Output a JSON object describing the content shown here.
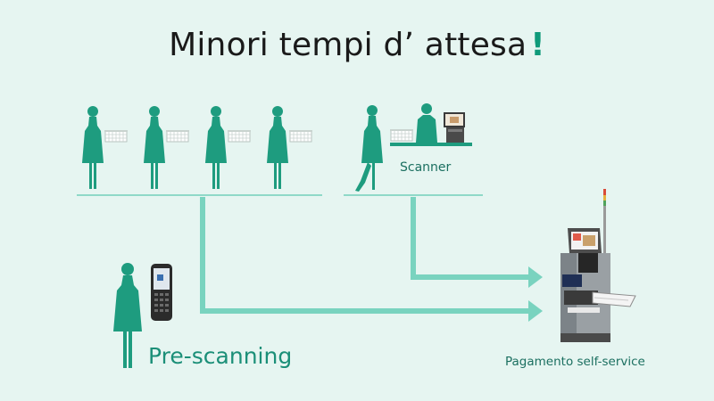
{
  "title": {
    "text": "Minori tempi d’ attesa",
    "exclamation": "!"
  },
  "labels": {
    "scanner": "Scanner",
    "pre_scanning": "Pre-scanning",
    "self_service": "Pagamento self-service"
  },
  "icons": {
    "person": "person-silhouette-icon",
    "basket": "shopping-basket-icon",
    "cashier": "cashier-icon",
    "scanner": "checkout-scanner-icon",
    "handheld": "handheld-scanner-icon",
    "kiosk": "self-service-kiosk-icon"
  },
  "colors": {
    "background": "#e6f5f1",
    "accent": "#0f9a7a",
    "person": "#1e9c7f",
    "arrow": "#79d3bf",
    "line": "#8fd9c8",
    "title": "#1a1a1a"
  }
}
